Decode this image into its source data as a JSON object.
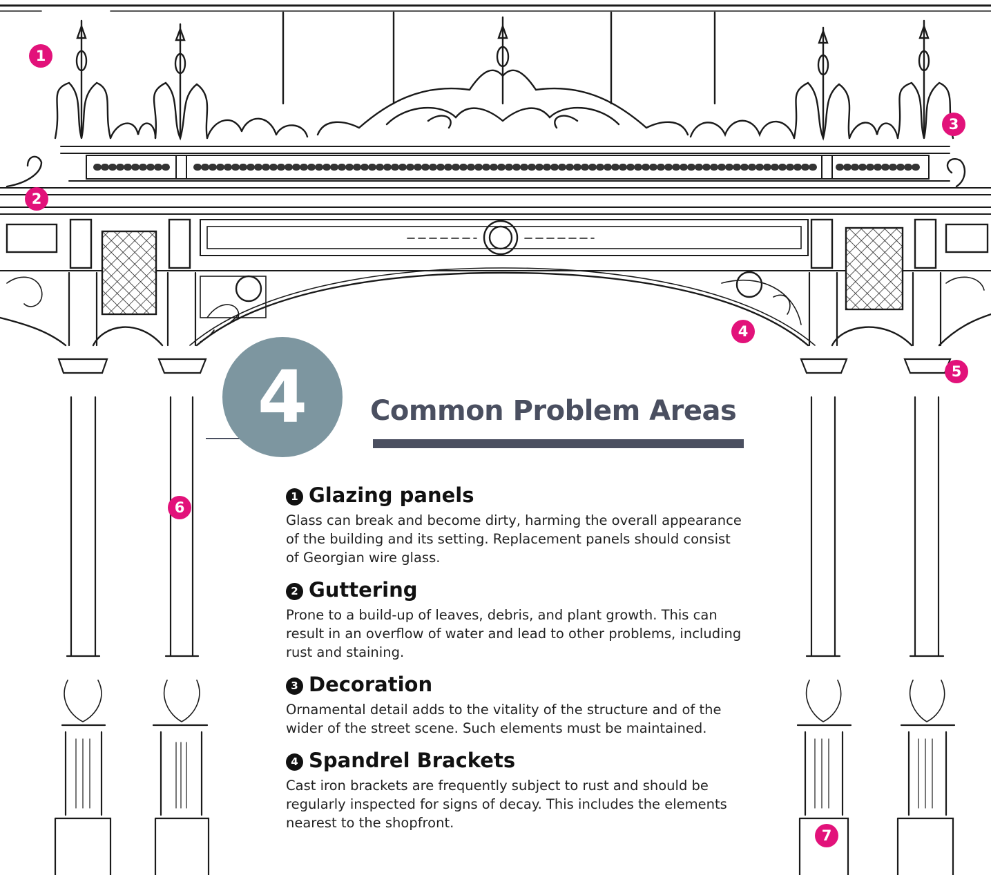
{
  "title": "Common Problem Areas",
  "section_number": "4",
  "markers": [
    "1",
    "2",
    "3",
    "4",
    "5",
    "6",
    "7"
  ],
  "items": [
    {
      "number": "1",
      "heading": "Glazing panels",
      "text": "Glass can break and become dirty, harming the overall appearance of the building and its setting. Replacement panels should consist of Georgian wire glass."
    },
    {
      "number": "2",
      "heading": "Guttering",
      "text": "Prone to a build-up of leaves, debris, and plant growth. This can result in an overflow of water and lead to other problems, including rust and staining."
    },
    {
      "number": "3",
      "heading": "Decoration",
      "text": "Ornamental detail adds to the vitality of the structure and of the wider of the street scene. Such elements must be maintained."
    },
    {
      "number": "4",
      "heading": "Spandrel Brackets",
      "text": "Cast iron brackets are frequently subject to rust and should be regularly inspected for signs of decay. This includes the elements nearest to the shopfront."
    }
  ],
  "colors": {
    "marker": "#e2127a",
    "badge": "#7d96a0",
    "title": "#4a4f60",
    "ink": "#1a1a1a"
  },
  "illustration": "cast-iron-canopy-drawing"
}
